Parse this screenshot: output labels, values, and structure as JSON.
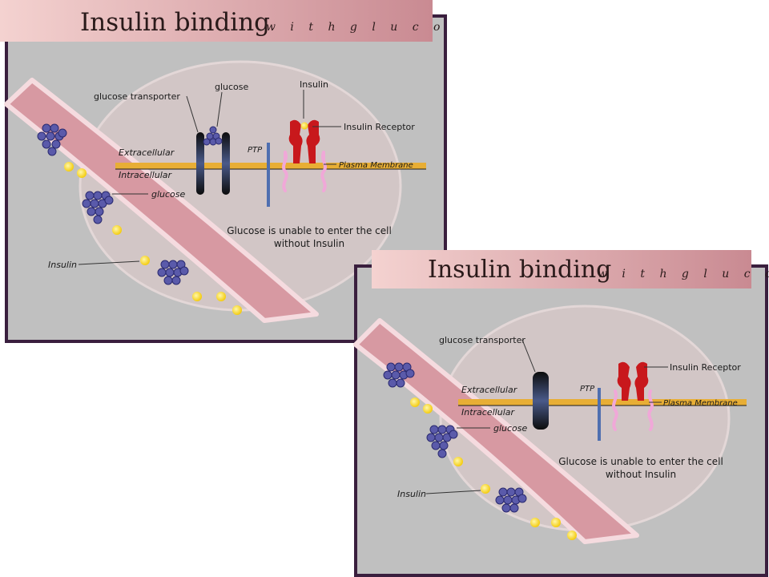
{
  "panels": [
    {
      "title": "Insulin binding",
      "subtitle": "w i t h   g l u c o s e",
      "labels": {
        "glucose_transporter": "glucose transporter",
        "glucose_top": "glucose",
        "insulin_top": "Insulin",
        "insulin_receptor": "Insulin Receptor",
        "extracellular": "Extracellular",
        "intracellular": "Intracellular",
        "ptp": "PTP",
        "plasma_membrane": "Plasma Membrane",
        "glucose_vessel": "glucose",
        "insulin_vessel": "Insulin",
        "caption_line1": "Glucose is unable to enter the cell",
        "caption_line2": "without Insulin"
      }
    },
    {
      "title": "Insulin binding",
      "subtitle": "w i t h   g l u c o s e",
      "labels": {
        "glucose_transporter": "glucose transporter",
        "insulin_receptor": "Insulin Receptor",
        "extracellular": "Extracellular",
        "intracellular": "Intracellular",
        "ptp": "PTP",
        "plasma_membrane": "Plasma Membrane",
        "glucose_vessel": "glucose",
        "insulin_vessel": "Insulin",
        "caption_line1": "Glucose is unable to enter the cell",
        "caption_line2": "without Insulin"
      }
    }
  ],
  "colors": {
    "background": "#c0c0c0",
    "border": "#3a1f3e",
    "title_bar": "#e3aeae",
    "cell": "#d4c9c9",
    "vessel": "#d99aa3",
    "vessel_wall": "#f3d6da",
    "membrane": "#e8ae35",
    "transporter": "#151515",
    "ptp": "#4f6fb0",
    "receptor": "#c8181c",
    "receptor_tail": "#f0a8d8",
    "glucose": "#5656a6",
    "insulin": "#fadb1c"
  }
}
